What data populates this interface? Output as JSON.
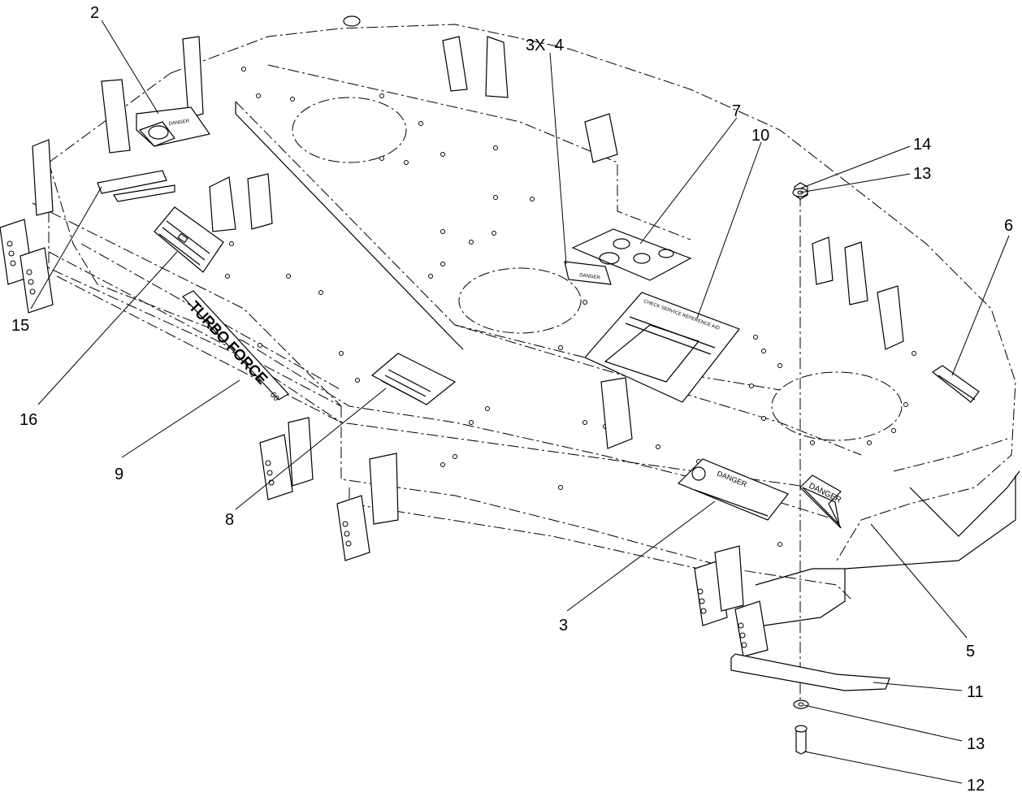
{
  "callouts": {
    "c2": "2",
    "c3x4": "3X  4",
    "c7": "7",
    "c10": "10",
    "c14": "14",
    "c13a": "13",
    "c6": "6",
    "c15": "15",
    "c16": "16",
    "c9": "9",
    "c8": "8",
    "c3": "3",
    "c5": "5",
    "c11": "11",
    "c13b": "13",
    "c12": "12"
  },
  "decals": {
    "danger_left": "DANGER",
    "danger_center": "DANGER",
    "danger_front": "DANGER",
    "danger_right": "DANGER",
    "turbo_force": "TURBO FORCE",
    "model_number": "60",
    "check_service": "CHECK SERVICE REFERENCE AID"
  }
}
